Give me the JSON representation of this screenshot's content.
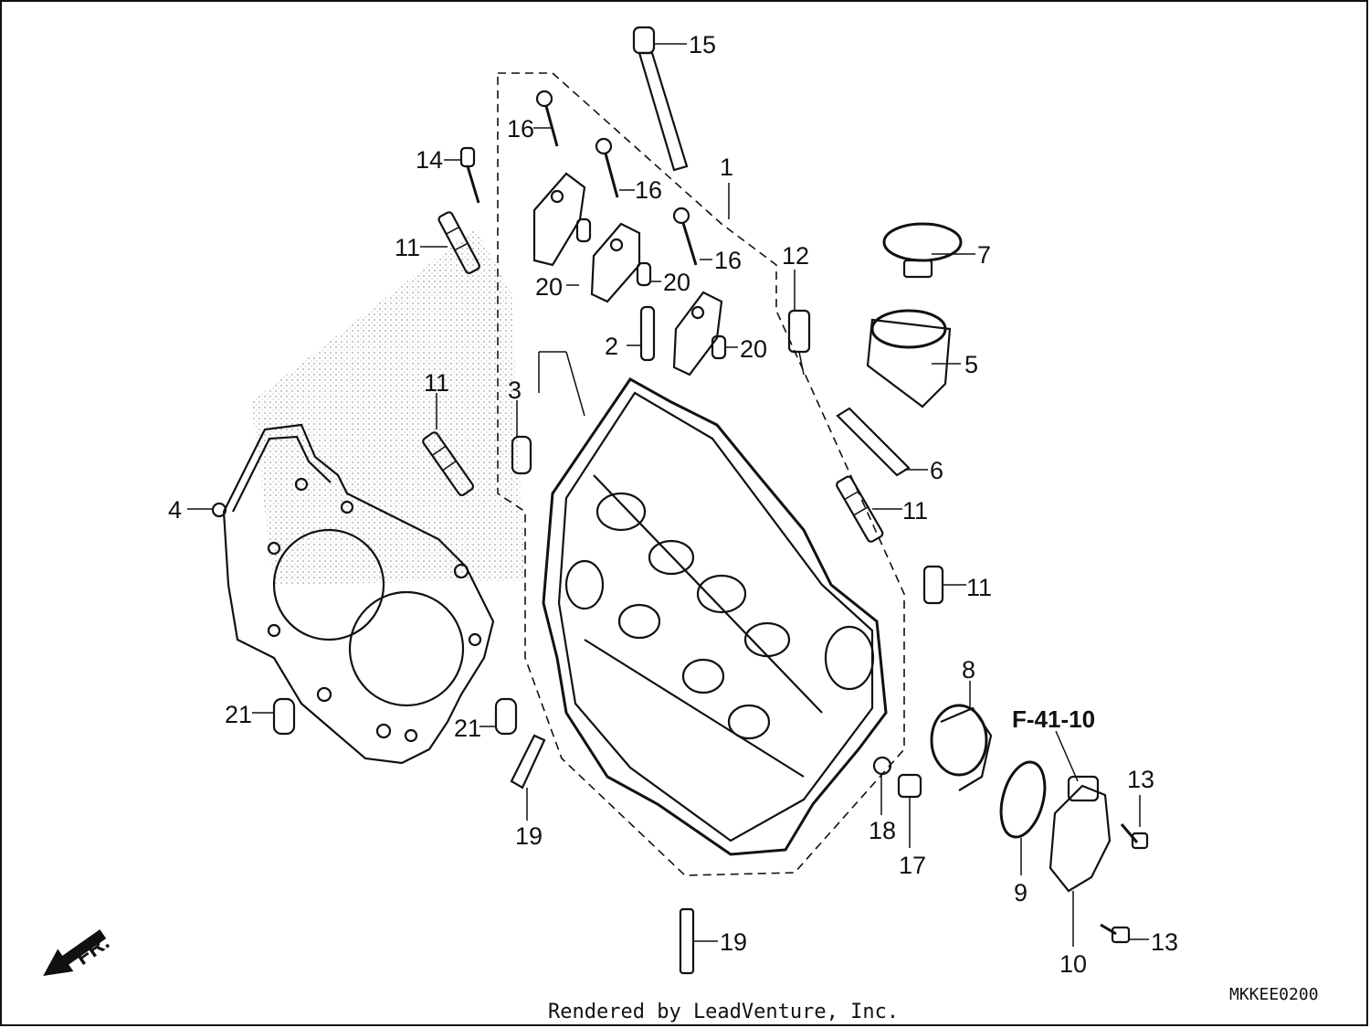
{
  "diagram": {
    "reference": "F-41-10",
    "code": "MKKEE0200",
    "credit": "Rendered by LeadVenture, Inc.",
    "direction": "FR.",
    "callouts": [
      "15",
      "16",
      "14",
      "16",
      "1",
      "11",
      "16",
      "12",
      "7",
      "20",
      "20",
      "2",
      "20",
      "5",
      "11",
      "3",
      "6",
      "4",
      "11",
      "11",
      "8",
      "21",
      "21",
      "19",
      "18",
      "17",
      "9",
      "13",
      "13",
      "10",
      "19"
    ]
  },
  "colors": {
    "line": "#111111",
    "background": "#ffffff"
  }
}
